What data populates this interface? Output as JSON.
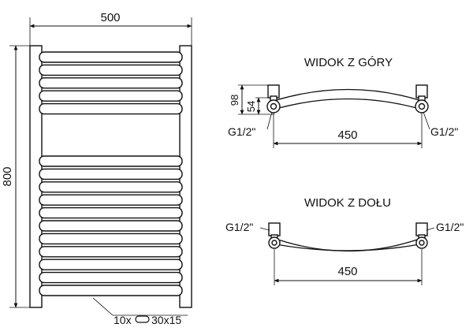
{
  "front_view": {
    "width_label": "500",
    "height_label": "800",
    "tube_note_count": "10x",
    "tube_note_size": "30x15",
    "upper_tubes": 5,
    "lower_tubes": 11
  },
  "top_view": {
    "title": "WIDOK Z GÓRY",
    "depth_outer": "98",
    "depth_inner": "54",
    "left_connection": "G1/2\"",
    "right_connection": "G1/2\"",
    "spacing": "450"
  },
  "bottom_view": {
    "title": "WIDOK Z DOŁU",
    "left_connection": "G1/2\"",
    "right_connection": "G1/2\"",
    "spacing": "450"
  },
  "colors": {
    "line": "#111111",
    "background": "#ffffff"
  }
}
